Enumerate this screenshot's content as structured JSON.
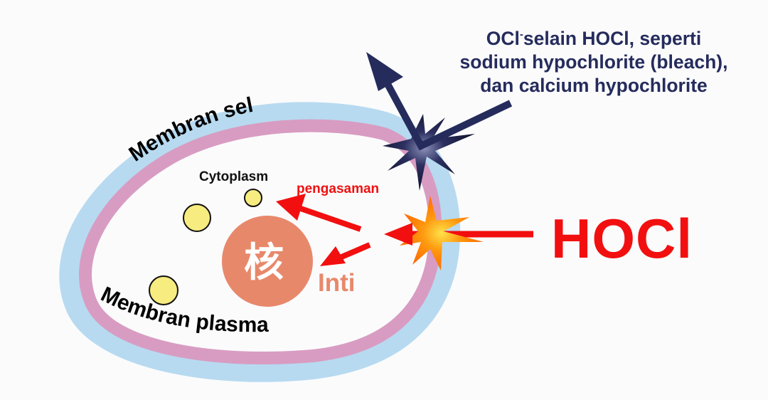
{
  "diagram": {
    "title_ocl": {
      "line1_prefix": "OCl",
      "line1_superscript": "-",
      "line1_suffix": "selain HOCl, seperti",
      "line2": "sodium hypochlorite (bleach),",
      "line3": "dan calcium hypochlorite"
    },
    "labels": {
      "cell_membrane": "Membran sel",
      "plasma_membrane": "Membran plasma",
      "cytoplasm": "Cytoplasm",
      "acidification": "pengasaman",
      "nucleus_kanji": "核",
      "nucleus": "Inti",
      "hocl": "HOCl"
    },
    "colors": {
      "background": "#fbfbfc",
      "cell_wall_outer": "#b7daf0",
      "plasma_membrane": "#d89cc2",
      "nucleus": "#e8886b",
      "granule_fill": "#f7ec80",
      "hocl_red": "#f20f0f",
      "ocl_navy": "#252c5c",
      "burst_orange": "#ff7a00"
    },
    "icons": {
      "ocl_burst": "dark-star-burst-icon",
      "hocl_burst": "orange-star-burst-icon",
      "ocl_arrow": "deflected-arrow-icon",
      "hocl_arrow": "penetrating-arrow-icon"
    }
  }
}
